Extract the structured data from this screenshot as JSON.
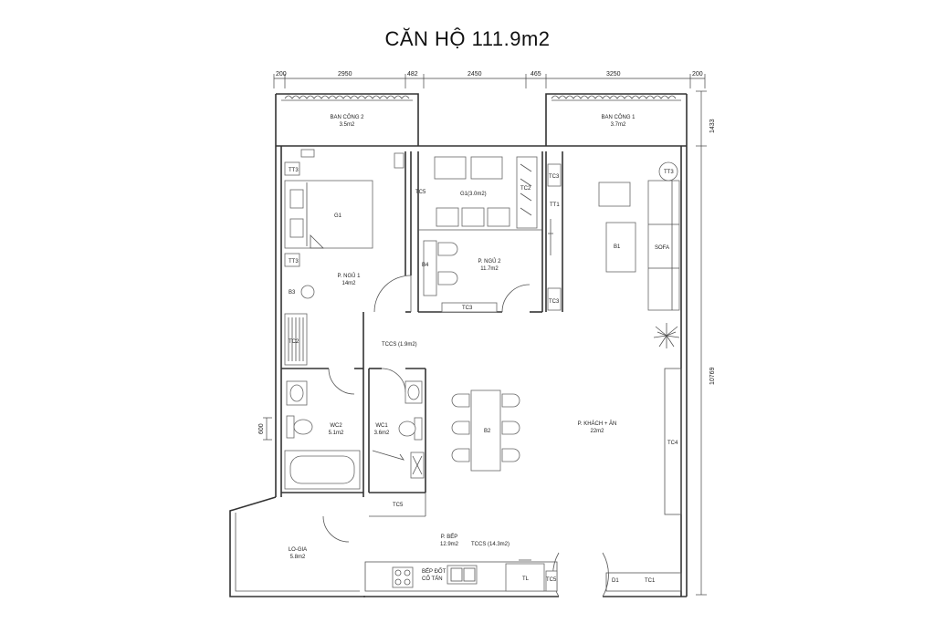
{
  "title": "CĂN HỘ 111.9m2",
  "dimensions": {
    "top": [
      "200",
      "2950",
      "482",
      "2450",
      "465",
      "3250",
      "200"
    ],
    "right_top": "1433",
    "right_main": "10769",
    "left": "600"
  },
  "rooms": {
    "balcony2": {
      "name": "BAN CÔNG 2",
      "area": "3.5m2"
    },
    "balcony1": {
      "name": "BAN CÔNG 1",
      "area": "3.7m2"
    },
    "bedroom1": {
      "name": "P. NGỦ 1",
      "area": "14m2"
    },
    "bedroom2": {
      "name": "P. NGỦ 2",
      "area": "11.7m2"
    },
    "living": {
      "name": "P. KHÁCH + ĂN",
      "area": "22m2"
    },
    "wc2": {
      "name": "WC2",
      "area": "5.1m2"
    },
    "wc1": {
      "name": "WC1",
      "area": "3.6m2"
    },
    "kitchen": {
      "name": "P. BẾP",
      "area": "12.9m2"
    },
    "logia": {
      "name": "LO-GIA",
      "area": "5.8m2"
    }
  },
  "labels": {
    "tt3_a": "TT3",
    "g1": "G1",
    "tt3_b": "TT3",
    "b3": "B3",
    "tc2": "TC2",
    "tc5_a": "TC5",
    "g1_small": "G1(3.0m2)",
    "tc2_b": "TC2",
    "b4": "B4",
    "tc3_a": "TC3",
    "tc3_b": "TC3",
    "tt1": "TT1",
    "tc3_c": "TC3",
    "tt3_c": "TT3",
    "b1": "B1",
    "sofa": "SOFA",
    "tccs_a": "TCCS (1.9m2)",
    "b2": "B2",
    "tc4": "TC4",
    "tc5_b": "TC5",
    "tccs_b": "TCCS (14.3m2)",
    "bep": "BẾP ĐỐT",
    "cotan": "CỐ TẤN",
    "tl": "TL",
    "tc5_c": "TC5",
    "d1": "D1",
    "tc1": "TC1"
  }
}
